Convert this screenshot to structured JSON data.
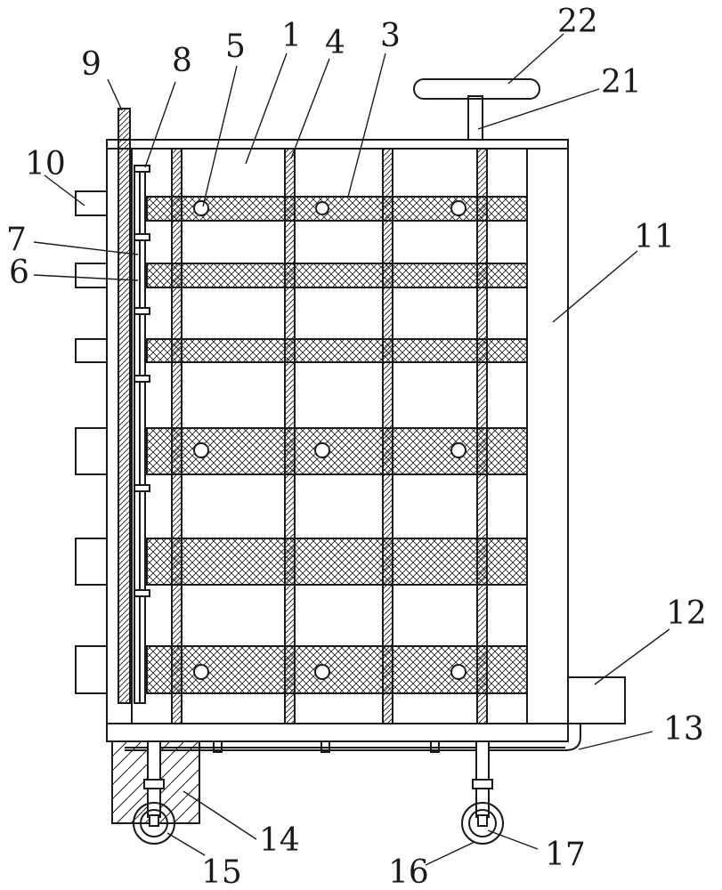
{
  "figure": {
    "labels": {
      "n1": "1",
      "n3": "3",
      "n4": "4",
      "n5": "5",
      "n6": "6",
      "n7": "7",
      "n8": "8",
      "n9": "9",
      "n10": "10",
      "n11": "11",
      "n12": "12",
      "n13": "13",
      "n14": "14",
      "n15": "15",
      "n16": "16",
      "n17": "17",
      "n21": "21",
      "n22": "22"
    },
    "colors": {
      "line": "#1a1a1a",
      "background": "#ffffff"
    }
  }
}
